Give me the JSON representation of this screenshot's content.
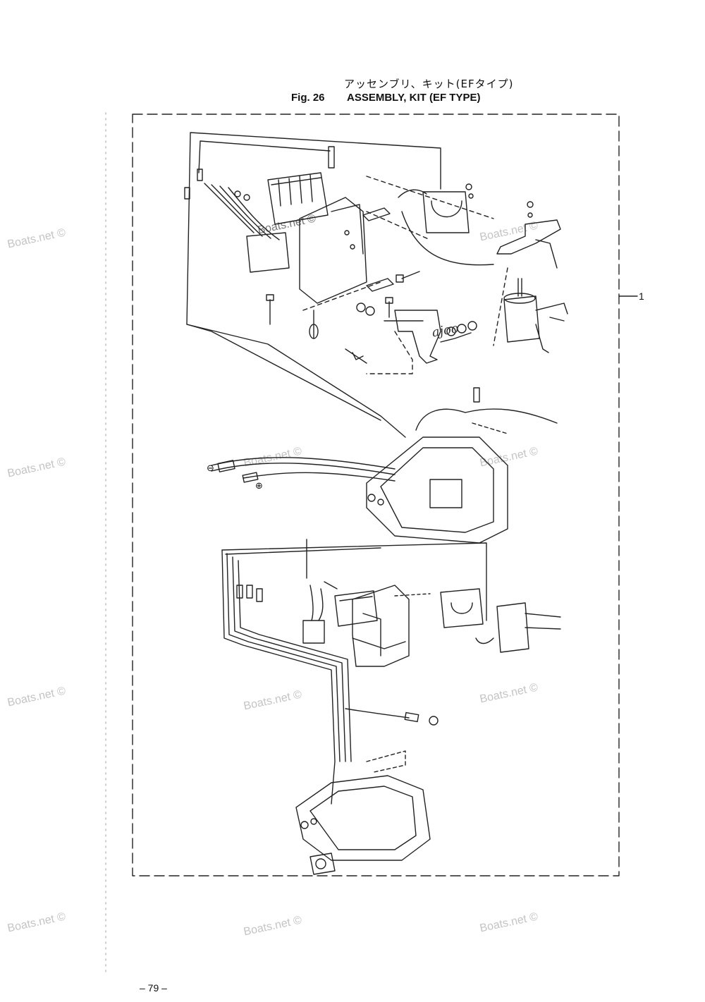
{
  "header": {
    "title_jp": "アッセンブリ、キット(EFタイプ)",
    "fig_label": "Fig. 26",
    "title_en": "ASSEMBLY, KIT (EF TYPE)"
  },
  "callout": {
    "number": "1"
  },
  "terminal_labels": {
    "negative": "⊖",
    "positive": "⊕"
  },
  "footer": {
    "page_number": "– 79 –"
  },
  "watermark": {
    "text": "Boats.net ©"
  },
  "colors": {
    "line": "#222222",
    "watermark": "#c4c4c4",
    "background": "#ffffff"
  }
}
